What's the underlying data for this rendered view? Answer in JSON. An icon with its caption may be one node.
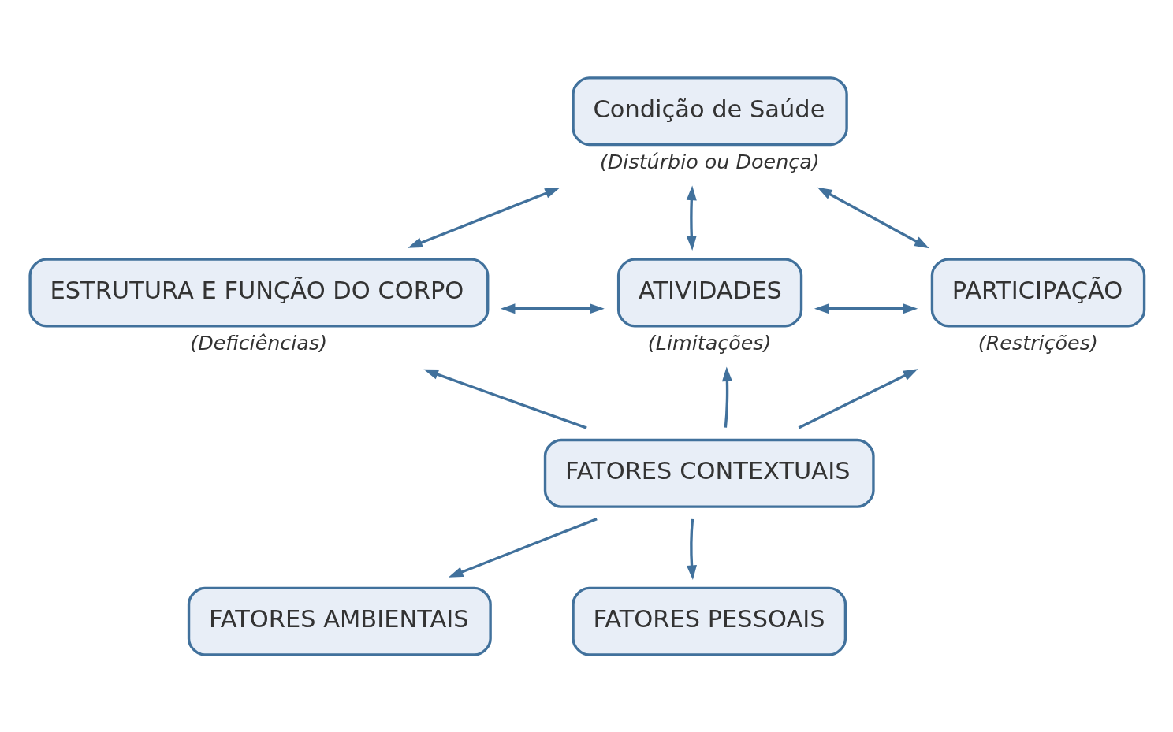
{
  "diagram": {
    "nodes": [
      {
        "text": [
          "Condição de Saúde"
        ],
        "beside": [
          "(Distúrbio ou Doença)"
        ]
      },
      {
        "text": [
          "ESTRUTURA E FUNÇÃO DO CORPO"
        ],
        "beside": [
          "(Deficiências)"
        ]
      },
      {
        "text": [
          "ATIVIDADES"
        ],
        "beside": [
          "(Limitações)"
        ]
      },
      {
        "text": [
          "PARTICIPAÇÃO"
        ],
        "beside": [
          "(Restrições)"
        ]
      },
      {
        "text": [
          "FATORES CONTEXTUAIS"
        ]
      },
      {
        "text": [
          "FATORES AMBIENTAIS"
        ]
      },
      {
        "text": [
          "FATORES PESSOAIS"
        ]
      }
    ],
    "edges": [
      {
        "from": 0,
        "to": 1,
        "arrow": "both"
      },
      {
        "from": 0,
        "to": 2,
        "arrow": "both"
      },
      {
        "from": 0,
        "to": 3,
        "arrow": "both"
      },
      {
        "from": 1,
        "to": 2,
        "arrow": "both"
      },
      {
        "from": 2,
        "to": 3,
        "arrow": "both"
      },
      {
        "from": 4,
        "to": 1,
        "arrow": "to"
      },
      {
        "from": 4,
        "to": 2,
        "arrow": "to"
      },
      {
        "from": 4,
        "to": 3,
        "arrow": "to"
      },
      {
        "from": 4,
        "to": 5,
        "arrow": "to"
      },
      {
        "from": 4,
        "to": 6,
        "arrow": "to"
      }
    ]
  }
}
